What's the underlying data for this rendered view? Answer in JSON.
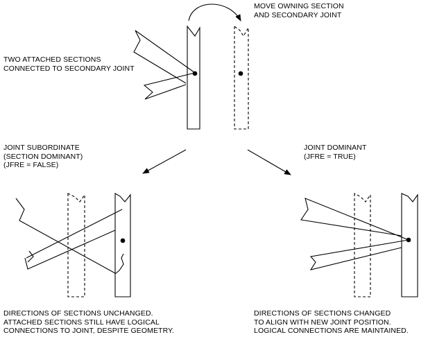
{
  "labels": {
    "move_owning": "MOVE OWNING SECTION\nAND SECONDARY JOINT",
    "two_attached": "TWO ATTACHED SECTIONS\nCONNECTED TO SECONDARY JOINT",
    "joint_subordinate": "JOINT SUBORDINATE\n(SECTION DOMINANT)\n(JFRE = FALSE)",
    "joint_dominant": "JOINT DOMINANT\n(JFRE = TRUE)",
    "unchanged_caption": "DIRECTIONS OF SECTIONS UNCHANGED.\nATTACHED SECTIONS STILL HAVE LOGICAL\nCONNECTIONS TO JOINT, DESPITE GEOMETRY.",
    "changed_caption": "DIRECTIONS OF SECTIONS CHANGED\nTO ALIGN WITH NEW JOINT POSITION.\nLOGICAL CONNECTIONS ARE MAINTAINED."
  },
  "colors": {
    "line": "#000000",
    "background": "#ffffff"
  }
}
